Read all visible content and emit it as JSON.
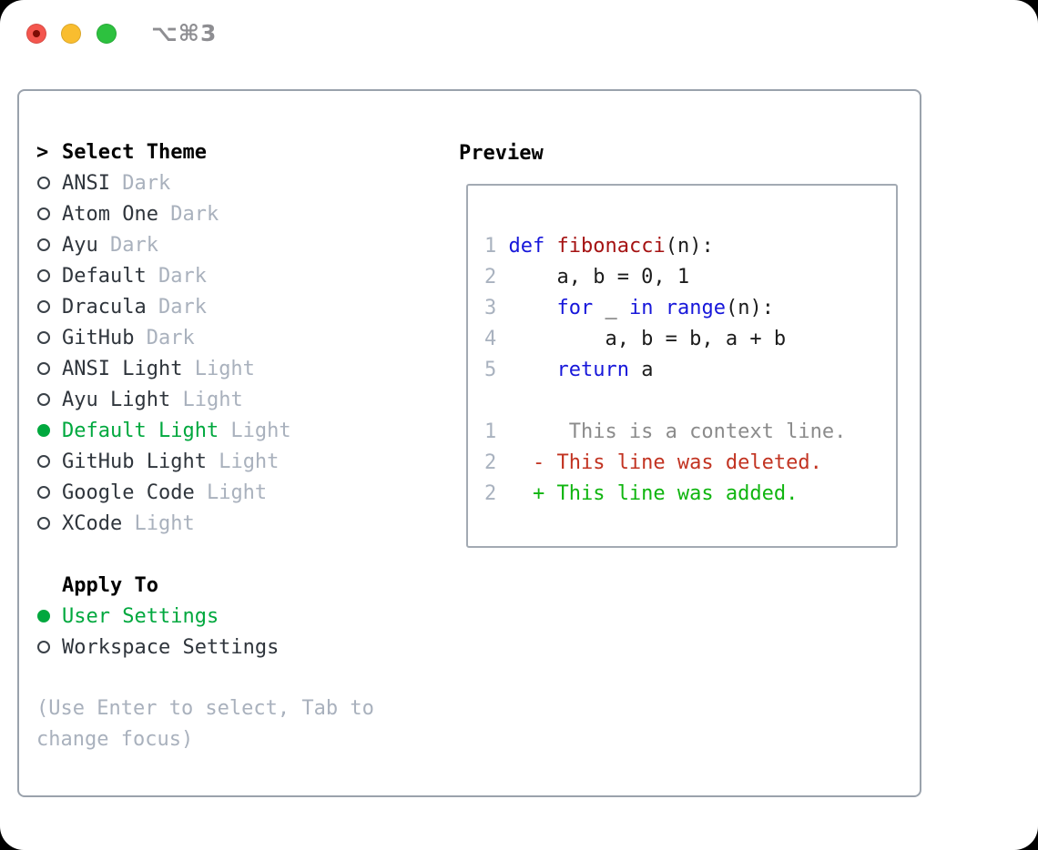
{
  "window": {
    "title": "⌥⌘3",
    "traffic_lights": [
      "close",
      "minimize",
      "zoom"
    ]
  },
  "colors": {
    "selection_green": "#00a83e",
    "keyword_blue": "#1717da",
    "function_red": "#a51212",
    "diff_deleted_red": "#c23321",
    "diff_added_green": "#0fb50f",
    "muted_gray": "#a9b1bd"
  },
  "theme_selector": {
    "cursor": ">",
    "title": "Select Theme",
    "items": [
      {
        "name": "ANSI",
        "variant": "Dark",
        "selected": false
      },
      {
        "name": "Atom One",
        "variant": "Dark",
        "selected": false
      },
      {
        "name": "Ayu",
        "variant": "Dark",
        "selected": false
      },
      {
        "name": "Default",
        "variant": "Dark",
        "selected": false
      },
      {
        "name": "Dracula",
        "variant": "Dark",
        "selected": false
      },
      {
        "name": "GitHub",
        "variant": "Dark",
        "selected": false
      },
      {
        "name": "ANSI Light",
        "variant": "Light",
        "selected": false
      },
      {
        "name": "Ayu Light",
        "variant": "Light",
        "selected": false
      },
      {
        "name": "Default Light",
        "variant": "Light",
        "selected": true
      },
      {
        "name": "GitHub Light",
        "variant": "Light",
        "selected": false
      },
      {
        "name": "Google Code",
        "variant": "Light",
        "selected": false
      },
      {
        "name": "XCode",
        "variant": "Light",
        "selected": false
      }
    ]
  },
  "apply_to": {
    "title": "Apply To",
    "options": [
      {
        "label": "User Settings",
        "selected": true
      },
      {
        "label": "Workspace Settings",
        "selected": false
      }
    ]
  },
  "help_lines": [
    "(Use Enter to select, Tab to",
    "change focus)"
  ],
  "preview": {
    "title": "Preview",
    "code_lines": [
      {
        "num": "1",
        "tokens": [
          {
            "text": "def",
            "style": "kw"
          },
          {
            "text": " ",
            "style": ""
          },
          {
            "text": "fibonacci",
            "style": "fn"
          },
          {
            "text": "(n):",
            "style": ""
          }
        ]
      },
      {
        "num": "2",
        "tokens": [
          {
            "text": "    a, b = 0, 1",
            "style": ""
          }
        ]
      },
      {
        "num": "3",
        "tokens": [
          {
            "text": "    ",
            "style": ""
          },
          {
            "text": "for",
            "style": "kw"
          },
          {
            "text": " _ ",
            "style": ""
          },
          {
            "text": "in",
            "style": "kw"
          },
          {
            "text": " ",
            "style": ""
          },
          {
            "text": "range",
            "style": "kw"
          },
          {
            "text": "(n):",
            "style": ""
          }
        ]
      },
      {
        "num": "4",
        "tokens": [
          {
            "text": "        a, b = b, a + b",
            "style": ""
          }
        ]
      },
      {
        "num": "5",
        "tokens": [
          {
            "text": "    ",
            "style": ""
          },
          {
            "text": "return",
            "style": "kw"
          },
          {
            "text": " a",
            "style": ""
          }
        ]
      }
    ],
    "diff_lines": [
      {
        "num": "1",
        "tokens": [
          {
            "text": "     This is a context line.",
            "style": "ctx"
          }
        ]
      },
      {
        "num": "2",
        "tokens": [
          {
            "text": "  - This line was deleted.",
            "style": "del"
          }
        ]
      },
      {
        "num": "2",
        "tokens": [
          {
            "text": "  + This line was added.",
            "style": "add"
          }
        ]
      }
    ]
  }
}
